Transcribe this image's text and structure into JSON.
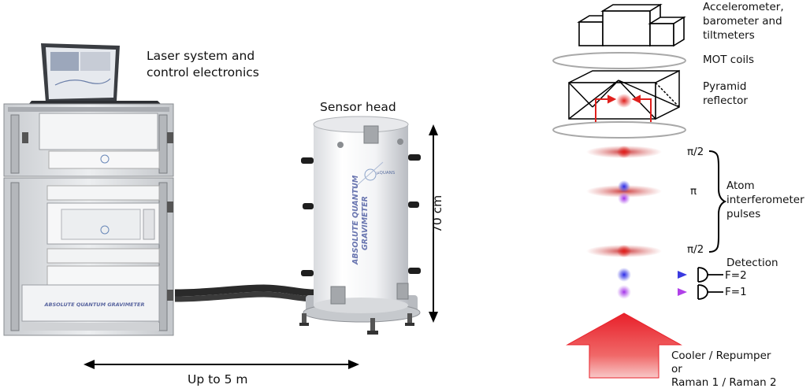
{
  "photo": {
    "laser_label": [
      "Laser system and",
      "control electronics"
    ],
    "sensor_label": "Sensor head",
    "height_label": "70 cm",
    "distance_label": "Up to 5 m",
    "rack_nameplate": "ABSOLUTE QUANTUM GRAVIMETER",
    "cylinder_text": [
      "ABSOLUTE QUANTUM",
      "GRAVIMETER"
    ],
    "brand": "μQUANS"
  },
  "schematic": {
    "sensors_label": [
      "Accelerometer,",
      "barometer and",
      "tiltmeters"
    ],
    "mot_label": "MOT coils",
    "pyramid_label": [
      "Pyramid",
      "reflector"
    ],
    "pulses": [
      "π/2",
      "π",
      "π/2"
    ],
    "interferometer_label": [
      "Atom",
      "interferometer",
      "pulses"
    ],
    "detection_label": "Detection",
    "states": [
      "F=2",
      "F=1"
    ],
    "beam_label": [
      "Cooler / Repumper",
      "or",
      "Raman 1 / Raman 2"
    ]
  },
  "colors": {
    "atom_red": "#e0201d",
    "atom_blue": "#3a3ae0",
    "atom_violet": "#b040e8",
    "arrow_red": "#e8202a"
  }
}
